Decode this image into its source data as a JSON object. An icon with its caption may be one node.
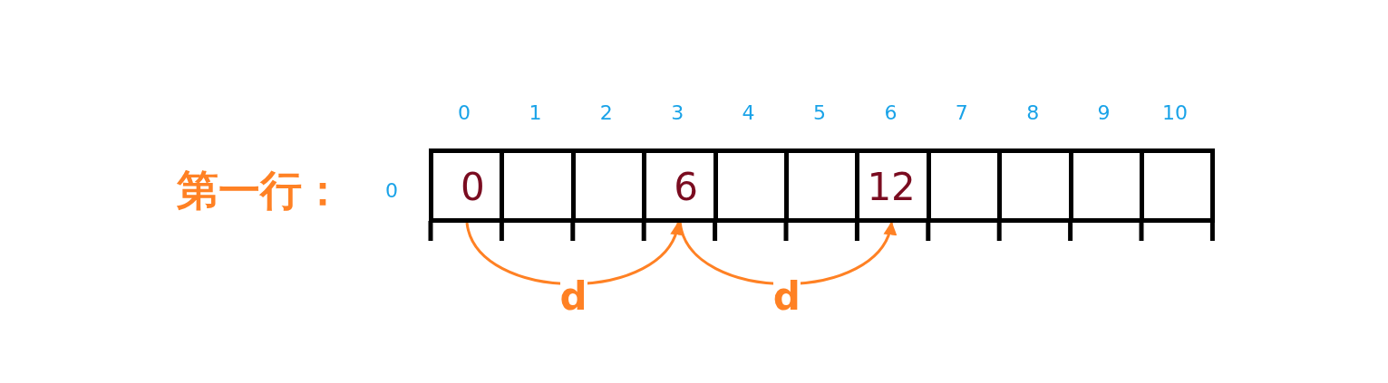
{
  "diagram": {
    "nodes": [
      {
        "text": [
          "0"
        ]
      },
      {
        "text": [],
        "shape": "box"
      },
      {
        "text": [],
        "shape": "box"
      },
      {
        "text": [
          "6"
        ]
      },
      {
        "text": [],
        "shape": "box"
      },
      {
        "text": [],
        "shape": "box"
      },
      {
        "text": [
          "12"
        ]
      },
      {
        "text": [],
        "shape": "box"
      },
      {
        "text": [],
        "shape": "box"
      },
      {
        "text": [],
        "shape": "box"
      },
      {
        "text": [],
        "shape": "box"
      }
    ],
    "edges": [
      {
        "from": 0,
        "to": 3,
        "arrow": "to",
        "label": "d"
      },
      {
        "from": 3,
        "to": 6,
        "arrow": "to",
        "label": "d"
      }
    ],
    "labels": [
      "0",
      "1",
      "2",
      "3",
      "4",
      "5",
      "6",
      "7",
      "8",
      "9",
      "10",
      "第一行：",
      "0"
    ]
  }
}
